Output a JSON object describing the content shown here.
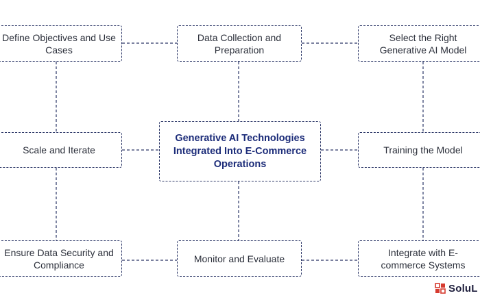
{
  "diagram": {
    "center": "Generative AI Technologies Integrated Into E-Commerce Operations",
    "nodes": {
      "define_objectives": "Define Objectives and Use Cases",
      "data_collection": "Data Collection and Preparation",
      "select_model": "Select the Right Generative AI Model",
      "scale_iterate": "Scale and Iterate",
      "training_model": "Training the Model",
      "data_security": "Ensure Data Security and Compliance",
      "monitor_evaluate": "Monitor and Evaluate",
      "integrate_systems": "Integrate with E-commerce Systems"
    }
  },
  "logo": {
    "text": "SoluL"
  },
  "colors": {
    "border": "#2a3566",
    "center_text": "#1c2c79",
    "logo_red": "#d63a2f"
  }
}
